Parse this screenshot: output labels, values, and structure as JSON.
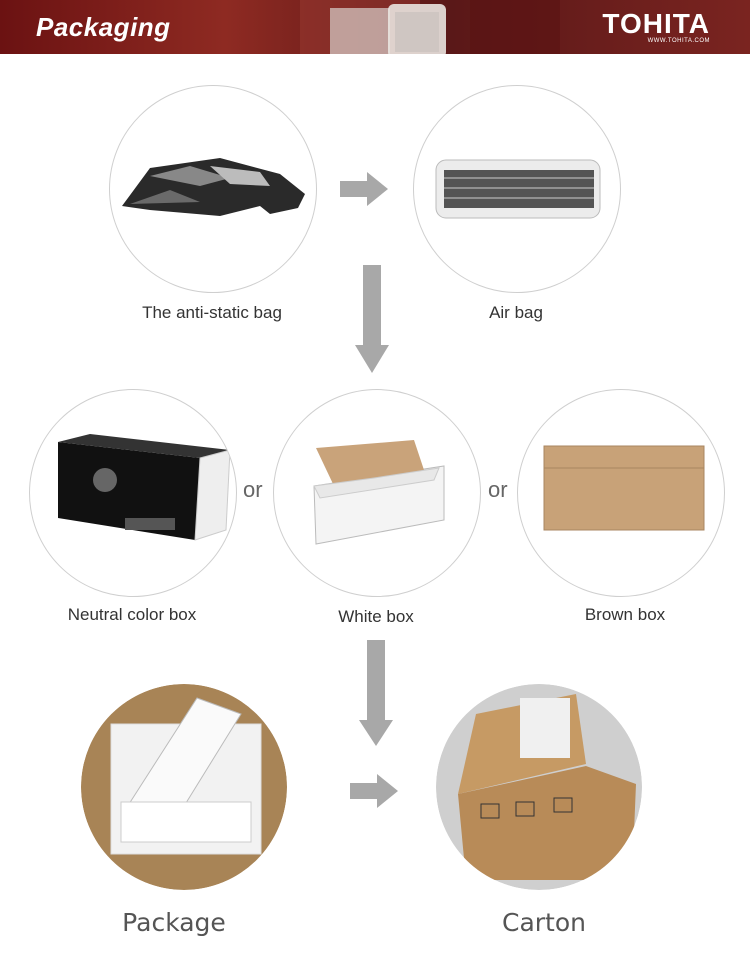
{
  "header": {
    "title": "Packaging",
    "brand": "TOHITA",
    "brand_url": "WWW.TOHITA.COM"
  },
  "steps": {
    "anti_static_bag": "The anti-static bag",
    "air_bag": "Air bag",
    "neutral_box": "Neutral color box",
    "white_box": "White box",
    "brown_box": "Brown box",
    "package": "Package",
    "carton": "Carton"
  },
  "connectors": {
    "or_1": "or",
    "or_2": "or"
  }
}
